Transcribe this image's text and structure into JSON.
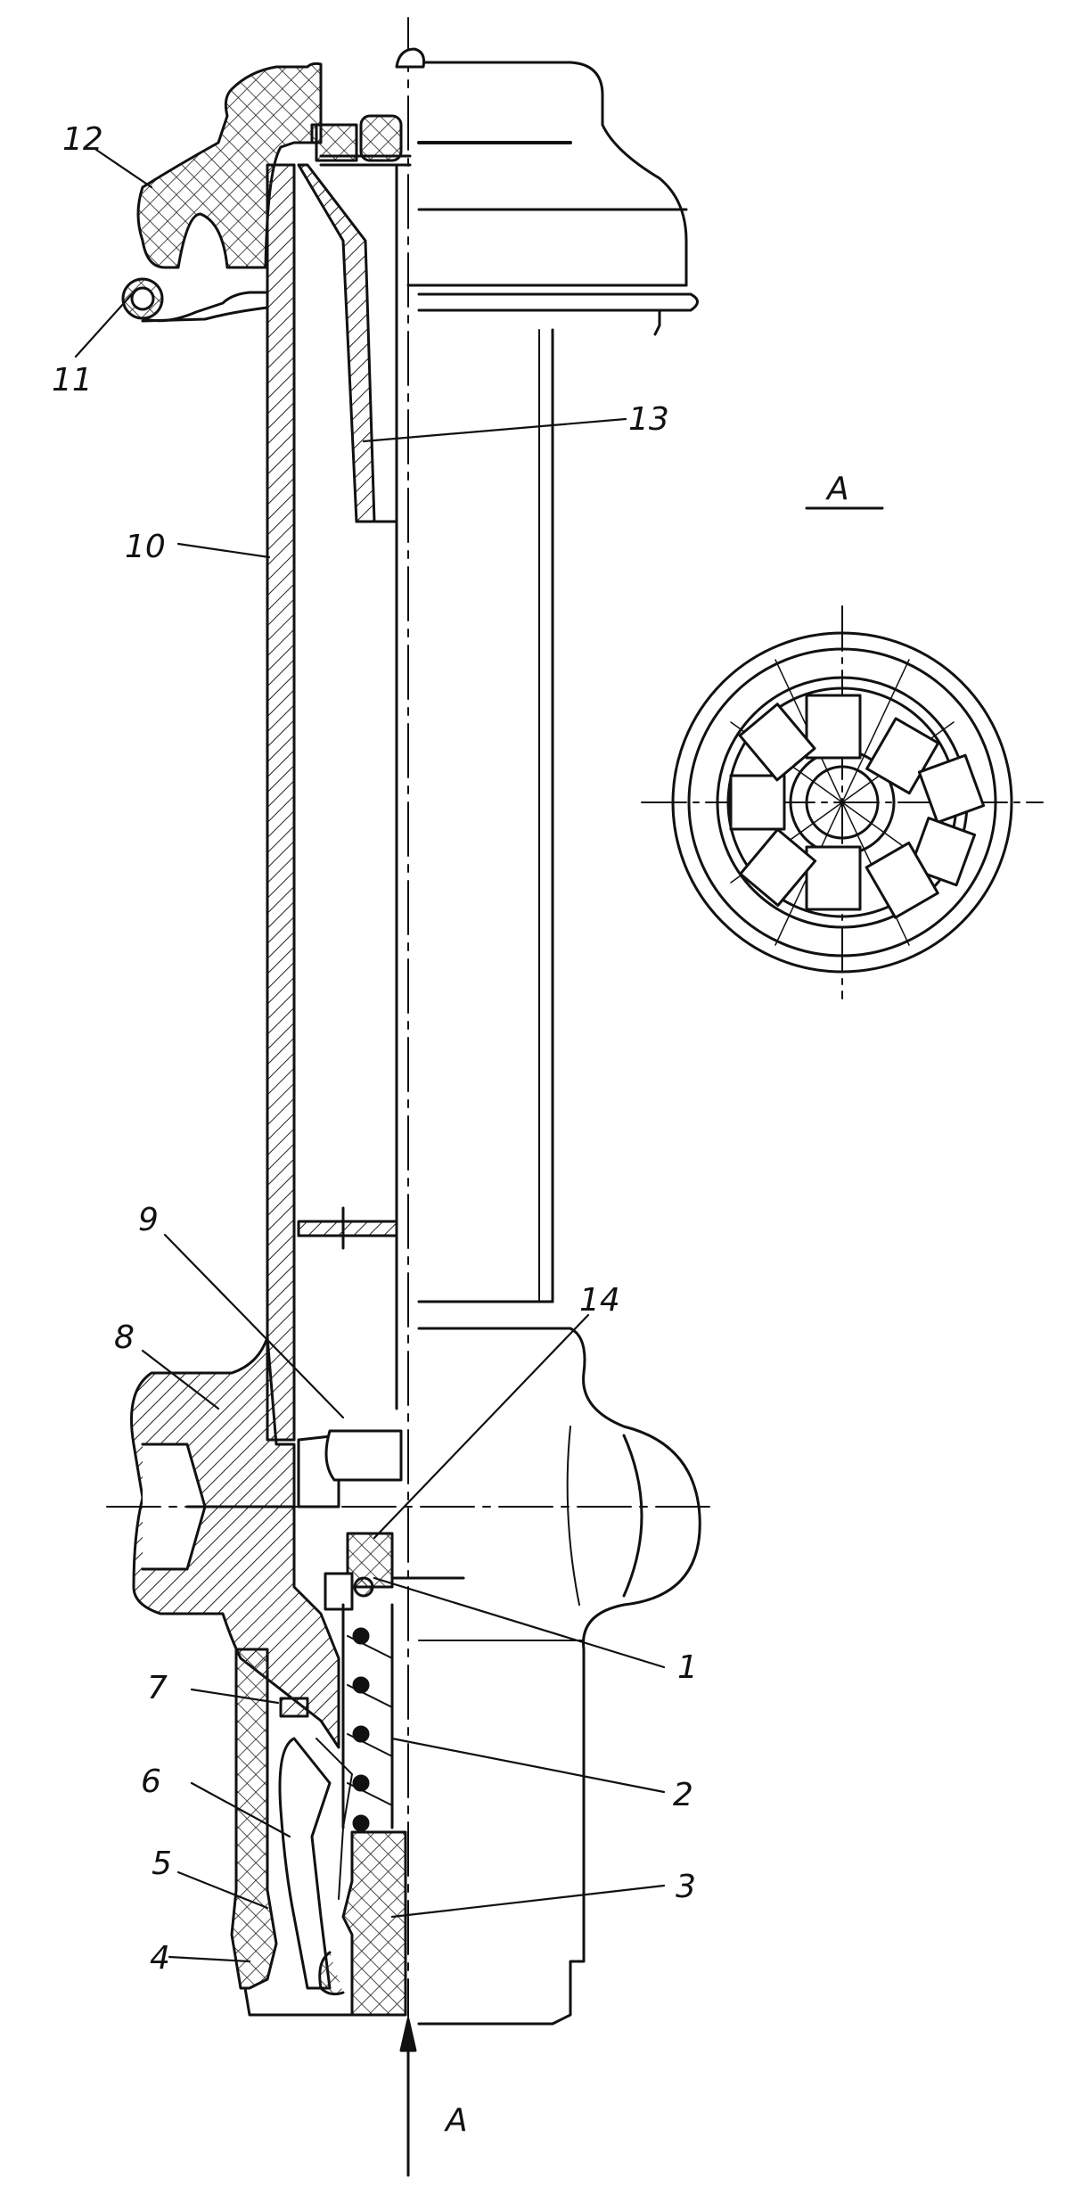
{
  "drawing": {
    "view_title": "A",
    "view_arrow_label": "A",
    "callouts": [
      {
        "id": "c1",
        "text": "1"
      },
      {
        "id": "c2",
        "text": "2"
      },
      {
        "id": "c3",
        "text": "3"
      },
      {
        "id": "c4",
        "text": "4"
      },
      {
        "id": "c5",
        "text": "5"
      },
      {
        "id": "c6",
        "text": "6"
      },
      {
        "id": "c7",
        "text": "7"
      },
      {
        "id": "c8",
        "text": "8"
      },
      {
        "id": "c9",
        "text": "9"
      },
      {
        "id": "c10",
        "text": "10"
      },
      {
        "id": "c11",
        "text": "11"
      },
      {
        "id": "c12",
        "text": "12"
      },
      {
        "id": "c13",
        "text": "13"
      },
      {
        "id": "c14",
        "text": "14"
      }
    ]
  }
}
